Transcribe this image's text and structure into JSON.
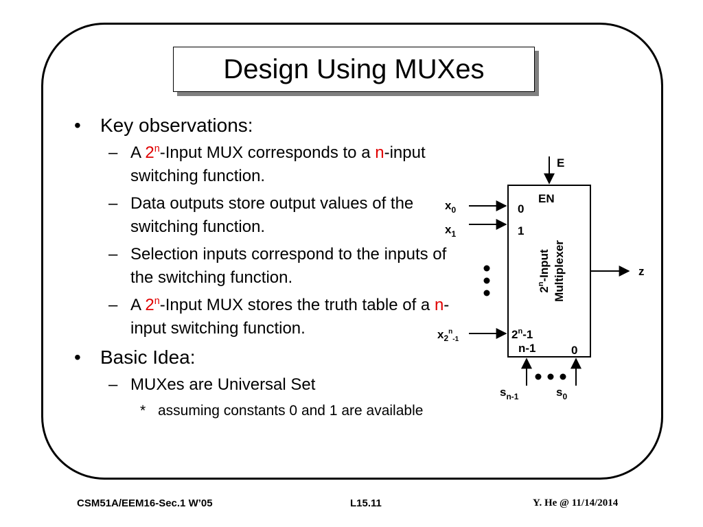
{
  "title": "Design Using MUXes",
  "bullets": {
    "key_obs": "Key observations:",
    "b1": {
      "p1": "A ",
      "r1": "2",
      "sup1": "n",
      "p2": "-Input MUX corresponds to a ",
      "r2": "n",
      "p3": "-input switching function."
    },
    "b2": "Data outputs store output values of the switching function.",
    "b3": "Selection inputs correspond to the inputs of the switching function.",
    "b4": {
      "p1": "A ",
      "r1": "2",
      "sup1": "n",
      "p2": "-Input MUX stores the truth table  of a ",
      "r2": "n",
      "p3": "-input switching function."
    },
    "basic": "Basic Idea:",
    "b5": "MUXes are Universal Set",
    "b6": "assuming constants 0 and 1 are available",
    "dash": "–",
    "dot": "•",
    "star": "*"
  },
  "diagram": {
    "enable_input": "E",
    "enable_pin": "EN",
    "in0_label": "x",
    "in0_sub": "0",
    "in1_label": "x",
    "in1_sub": "1",
    "inlast_label": "x",
    "inlast_sub": "2",
    "inlast_sup": "n",
    "inlast_sub2": "-1",
    "pin0": "0",
    "pin1": "1",
    "pinlast": "2",
    "pinlast_sup": "n",
    "pinlast_tail": "-1",
    "sel_msb_pin": "n-1",
    "sel_lsb_pin": "0",
    "mux_name_1": "2",
    "mux_name_sup": "n",
    "mux_name_1b": "-Input",
    "mux_name_2": "Multiplexer",
    "output": "z",
    "sel_msb_label": "s",
    "sel_msb_sub": "n-1",
    "sel_lsb_label": "s",
    "sel_lsb_sub": "0"
  },
  "footer": {
    "left": "CSM51A/EEM16-Sec.1 W’05",
    "center": "L15.11",
    "right": "Y. He @ 11/14/2014"
  }
}
